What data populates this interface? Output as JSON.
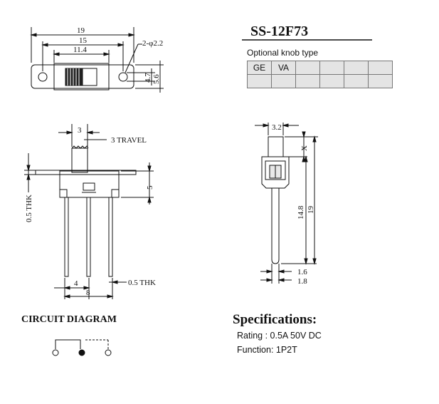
{
  "part_number": "SS-12F73",
  "knob": {
    "label": "Optional knob type",
    "row1": [
      "GE",
      "VA",
      "",
      "",
      "",
      "",
      ""
    ],
    "row2": [
      "",
      "",
      "",
      "",
      "",
      "",
      ""
    ]
  },
  "top_view": {
    "dim_overall": "19",
    "dim_mount": "15",
    "dim_body": "11.4",
    "dim_holes": "2-φ2.2",
    "dim_height_inner": "4.7",
    "dim_height_outer": "5.6"
  },
  "front_view": {
    "dim_knob": "3",
    "dim_travel": "3  TRAVEL",
    "dim_body_h": "5",
    "dim_thk_left": "0.5  THK",
    "dim_pin_pitch": "4",
    "dim_pin_span": "8",
    "dim_thk_right": "0.5  THK"
  },
  "side_view": {
    "dim_knob_w": "3.2",
    "dim_x": "X",
    "dim_14_8": "14.8",
    "dim_19": "19",
    "dim_1_6": "1.6",
    "dim_1_8": "1.8"
  },
  "circuit": {
    "title": "CIRCUIT DIAGRAM"
  },
  "specs": {
    "title": "Specifications:",
    "rating": "Rating : 0.5A 50V DC",
    "function": "Function: 1P2T"
  }
}
